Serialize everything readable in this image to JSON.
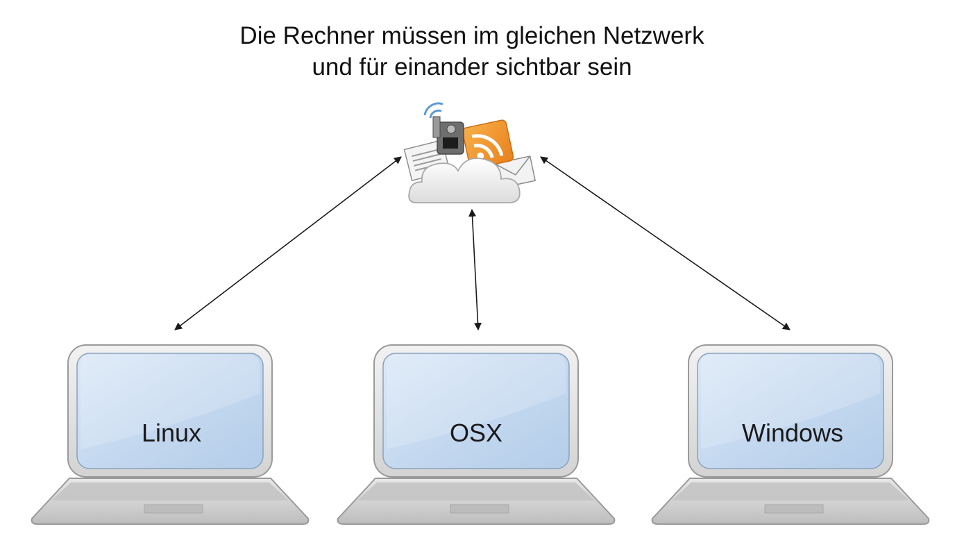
{
  "title": {
    "line1": "Die Rechner müssen im gleichen Netzwerk",
    "line2": "und für einander sichtbar sein"
  },
  "network_hub": {
    "icon": "network-cloud-icon"
  },
  "computers": [
    {
      "label": "Linux",
      "icon": "laptop-icon"
    },
    {
      "label": "OSX",
      "icon": "laptop-icon"
    },
    {
      "label": "Windows",
      "icon": "laptop-icon"
    }
  ],
  "connections": [
    {
      "from": "Linux",
      "to": "network-cloud",
      "direction": "bidirectional"
    },
    {
      "from": "OSX",
      "to": "network-cloud",
      "direction": "bidirectional"
    },
    {
      "from": "Windows",
      "to": "network-cloud",
      "direction": "bidirectional"
    }
  ],
  "colors": {
    "screen_fill": "#c7dcf2",
    "rss_orange": "#f29a2e",
    "laptop_body": "#d9d9d9",
    "arrow": "#1a1a1a"
  }
}
